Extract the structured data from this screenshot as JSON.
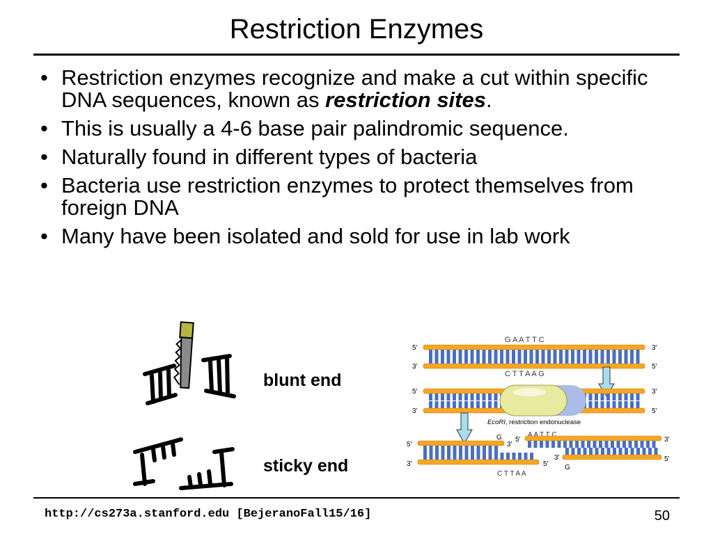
{
  "slide": {
    "title": "Restriction Enzymes",
    "bullets": [
      {
        "text": "Restriction enzymes recognize and make a cut within specific DNA sequences, known as ",
        "emphasis": "restriction sites",
        "suffix": "."
      },
      {
        "text": "This is usually a 4-6 base pair palindromic sequence.",
        "emphasis": "",
        "suffix": ""
      },
      {
        "text": "Naturally found in different types of bacteria",
        "emphasis": "",
        "suffix": ""
      },
      {
        "text": "Bacteria use restriction enzymes to protect themselves from foreign DNA",
        "emphasis": "",
        "suffix": ""
      },
      {
        "text": "Many have been isolated and sold for use in lab work",
        "emphasis": "",
        "suffix": ""
      }
    ],
    "bullet_symbol": "•",
    "blunt_label": "blunt end",
    "sticky_label": "sticky end",
    "footer_url": "http://cs273a.stanford.edu [BejeranoFall15/16]",
    "page_number": "50"
  },
  "diagram": {
    "top_seq": "G A A T T C",
    "bottom_seq": "C T T A A G",
    "enzyme_label_italic": "EcoRI",
    "enzyme_label_rest": ", restriction endonuclease",
    "right_fragment_top": "A A T T C",
    "right_fragment_bottom_end": "G",
    "left_fragment_top_end": "G",
    "left_fragment_bottom": "C T T A A",
    "five_prime": "5'",
    "three_prime": "3'",
    "colors": {
      "strand": "#f5a623",
      "base": "#4a6fc2",
      "enzyme": "#e8eaa0",
      "enzyme_shade": "#a9bde8",
      "arrow": "#a8dcef",
      "saw_blade": "#8a8a8a",
      "saw_handle": "#b5b542"
    }
  }
}
